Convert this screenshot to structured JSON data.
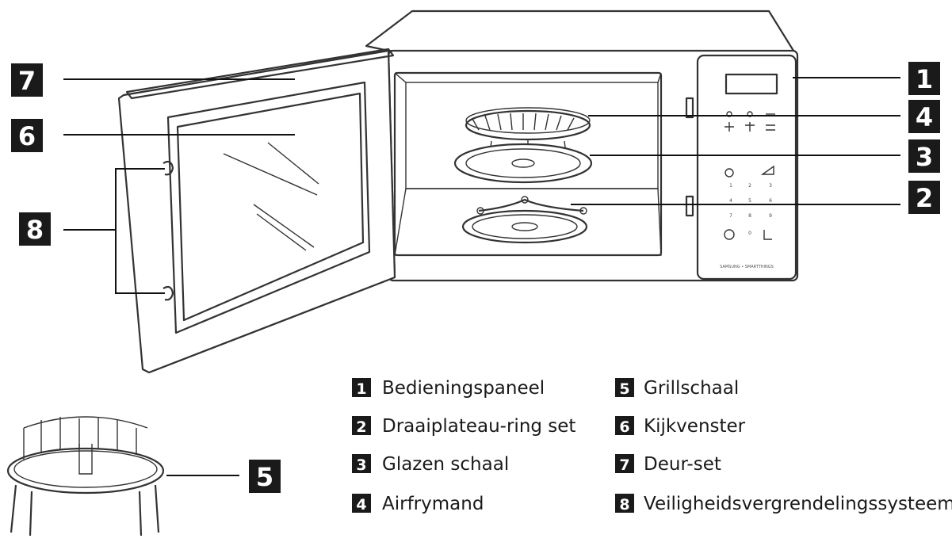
{
  "callouts": {
    "c1": "1",
    "c2": "2",
    "c3": "3",
    "c4": "4",
    "c5": "5",
    "c6": "6",
    "c7": "7",
    "c8": "8"
  },
  "legend": [
    {
      "num": "1",
      "label": "Bedieningspaneel"
    },
    {
      "num": "2",
      "label": "Draaiplateau-ring set"
    },
    {
      "num": "3",
      "label": "Glazen schaal"
    },
    {
      "num": "4",
      "label": "Airfrymand"
    },
    {
      "num": "5",
      "label": "Grillschaal"
    },
    {
      "num": "6",
      "label": "Kijkvenster"
    },
    {
      "num": "7",
      "label": "Deur-set"
    },
    {
      "num": "8",
      "label": "Veiligheidsvergrendelingssysteem"
    }
  ],
  "panel": {
    "keypad": [
      "1",
      "2",
      "3",
      "4",
      "5",
      "6",
      "7",
      "8",
      "9",
      "0"
    ],
    "brand_strip": "SAMSUNG  •  SMARTTHINGS"
  },
  "colors": {
    "badge": "#1a1a1a",
    "line": "#333333",
    "background": "#ffffff"
  }
}
